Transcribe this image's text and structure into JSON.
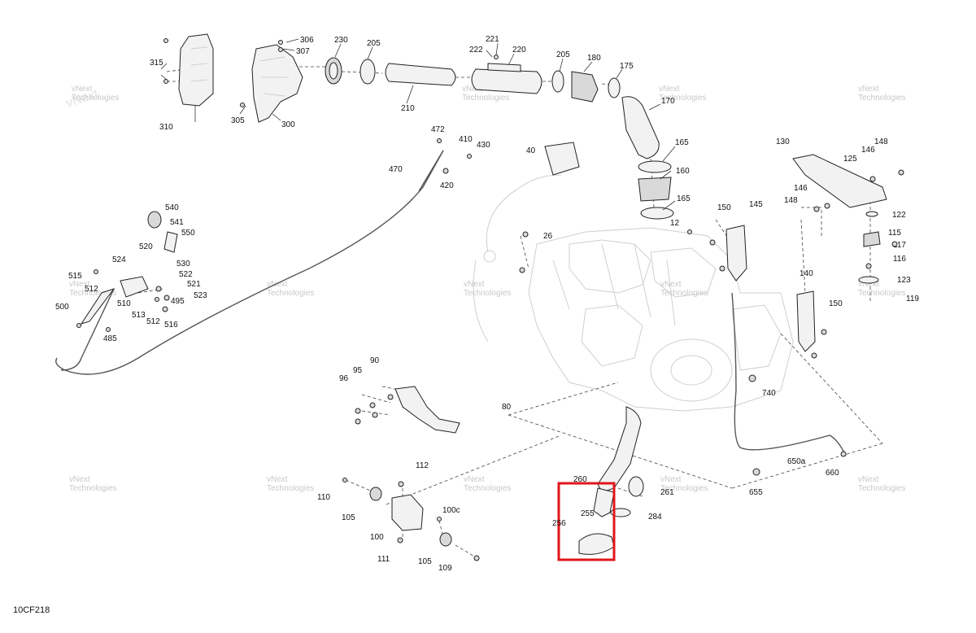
{
  "diagram_code": "10CF218",
  "watermark": [
    "vNext",
    "Technologies"
  ],
  "labels": [
    "306",
    "307",
    "230",
    "205",
    "221",
    "222",
    "220",
    "205",
    "180",
    "175",
    "315",
    "310",
    "305",
    "300",
    "210",
    "170",
    "472",
    "410",
    "430",
    "40",
    "470",
    "420",
    "165",
    "160",
    "165",
    "130",
    "148",
    "146",
    "125",
    "146",
    "148",
    "122",
    "12",
    "150",
    "145",
    "115",
    "117",
    "116",
    "540",
    "541",
    "550",
    "26",
    "520",
    "524",
    "530",
    "522",
    "515",
    "512",
    "521",
    "523",
    "510",
    "495",
    "500",
    "513",
    "512",
    "516",
    "485",
    "140",
    "123",
    "119",
    "150",
    "90",
    "95",
    "96",
    "80",
    "740",
    "112",
    "110",
    "100c",
    "105",
    "100",
    "111",
    "105",
    "109",
    "260",
    "261",
    "255",
    "256",
    "284",
    "650a",
    "660",
    "655"
  ],
  "highlight_label": "255"
}
